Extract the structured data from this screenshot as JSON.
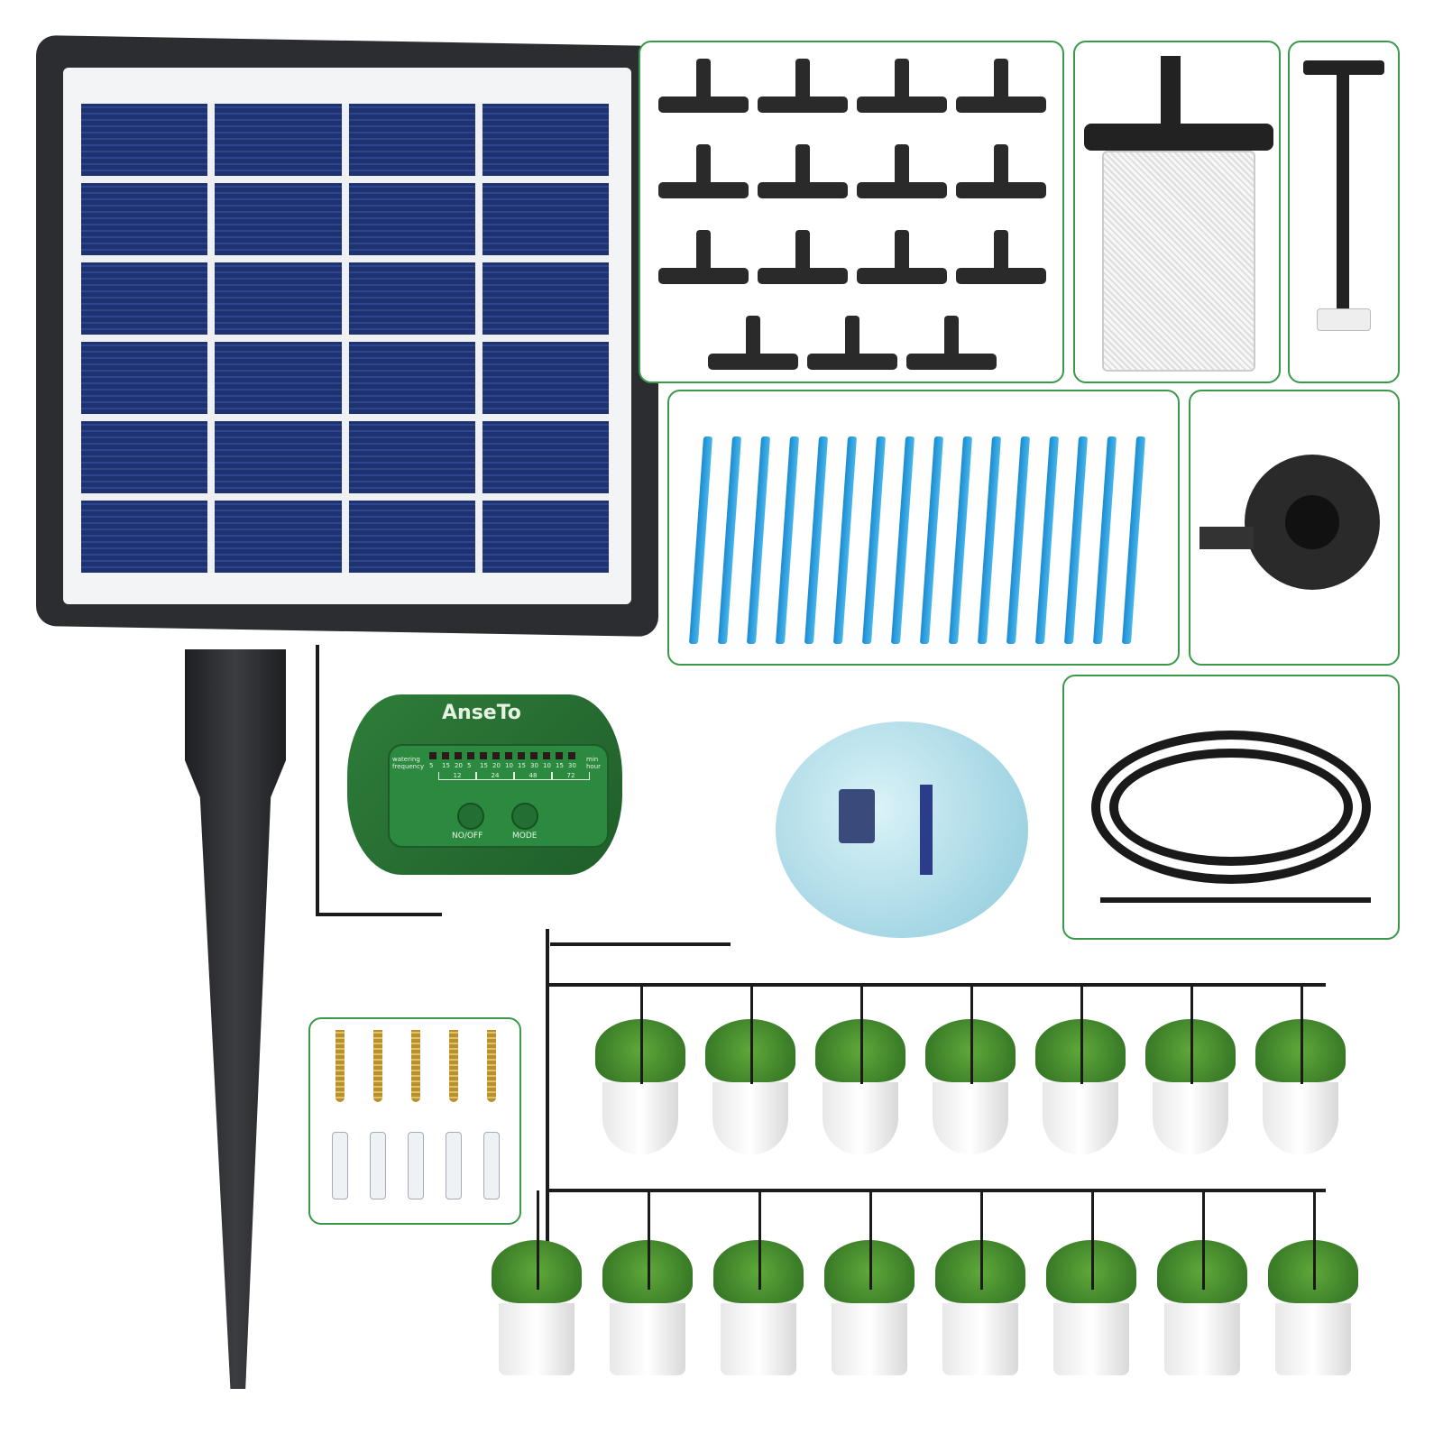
{
  "product": {
    "brand": "AnseTo",
    "controller": {
      "watering_label": "watering frequency",
      "unit_min": "min",
      "unit_hour": "hour",
      "minute_options": [
        "5",
        "15",
        "20",
        "5",
        "15",
        "20",
        "10",
        "15",
        "30",
        "10",
        "15",
        "30"
      ],
      "hour_groups": [
        "12",
        "24",
        "48",
        "72"
      ],
      "button_power": "NO/OFF",
      "button_mode": "MODE"
    },
    "counts": {
      "tee_connectors": 15,
      "drippers": 16,
      "top_plants": 7,
      "bottom_plants": 8,
      "screws": 5
    },
    "colors": {
      "controller": "#2e7d3a",
      "box_border": "#3a9a4a",
      "dripper": "#2a9fe0",
      "panel": "#1f3270"
    }
  }
}
